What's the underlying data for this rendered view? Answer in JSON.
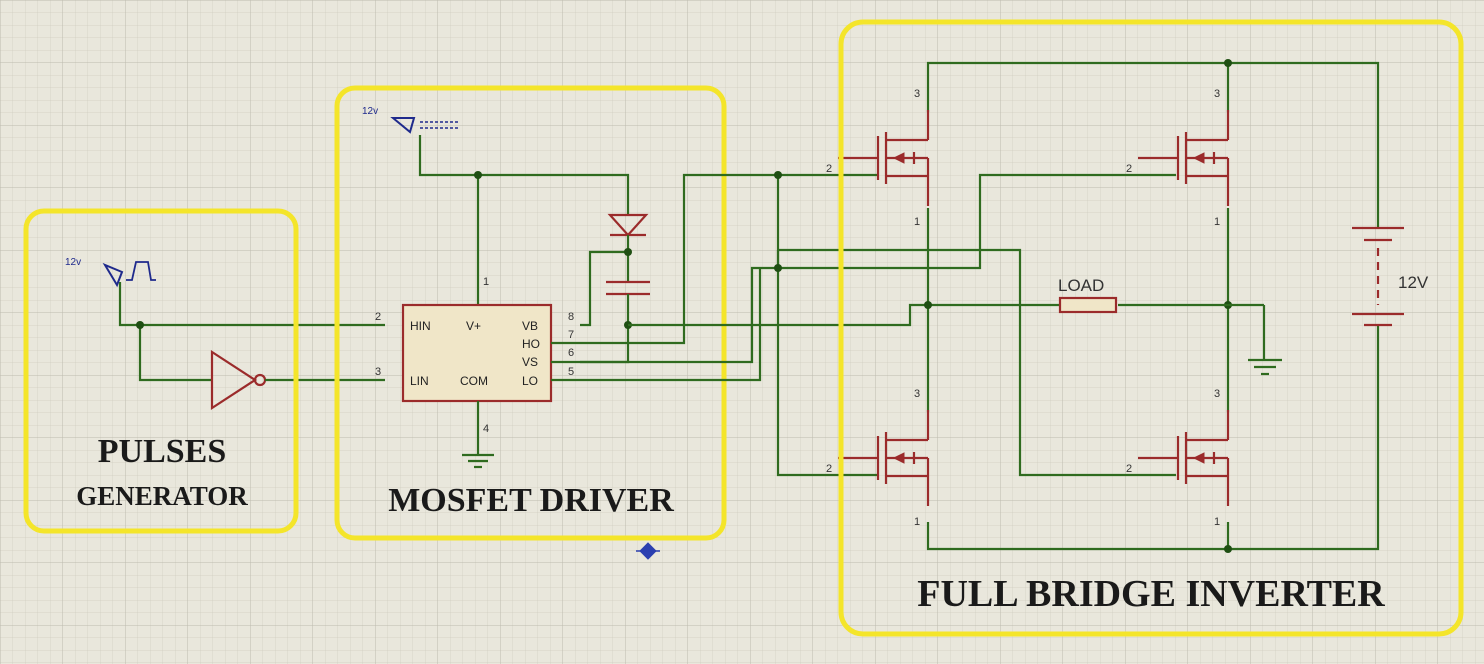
{
  "blocks": {
    "pulses_title_1": "PULSES",
    "pulses_title_2": "GENERATOR",
    "driver_title": "MOSFET DRIVER",
    "bridge_title": "FULL BRIDGE INVERTER"
  },
  "driver_ic": {
    "pins_left": [
      "HIN",
      "LIN"
    ],
    "pins_top": "V+",
    "pins_bottom": "COM",
    "pins_right": [
      "VB",
      "HO",
      "VS",
      "LO"
    ],
    "pin_numbers": {
      "hin": "2",
      "lin": "3",
      "vplus": "1",
      "com": "4",
      "vb": "8",
      "ho": "7",
      "vs": "6",
      "lo": "5"
    }
  },
  "sources": {
    "pulse_voltage": "12v",
    "driver_supply": "12v"
  },
  "bridge": {
    "load_label": "LOAD",
    "battery_label": "12V",
    "gate_pin": "2",
    "drain_pin": "3",
    "source_pin": "1"
  },
  "colors": {
    "wire": "#2f6b1f",
    "component": "#9b2b2b",
    "highlight_box": "#f4e52a",
    "grid_background": "#e9e7dc",
    "probe": "#1f2a8c"
  }
}
